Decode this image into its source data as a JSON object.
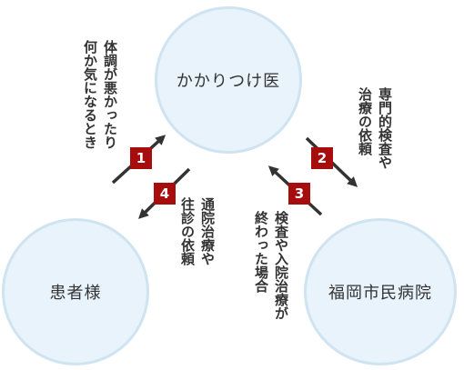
{
  "nodes": {
    "family_doctor": "かかりつけ医",
    "patient": "患者様",
    "hospital": "福岡市民病院"
  },
  "steps": [
    {
      "number": "1",
      "text": "体調が悪かったり\n何か気になるとき"
    },
    {
      "number": "2",
      "text": "専門的検査や\n治療の依頼"
    },
    {
      "number": "3",
      "text": "検査や入院治療が\n終わった場合"
    },
    {
      "number": "4",
      "text": "通院治療や\n往診の依頼"
    }
  ],
  "colors": {
    "circle_fill": "#e8f3fb",
    "circle_border": "#cfe3f1",
    "badge": "#a80d0d",
    "arrow": "#333333"
  }
}
